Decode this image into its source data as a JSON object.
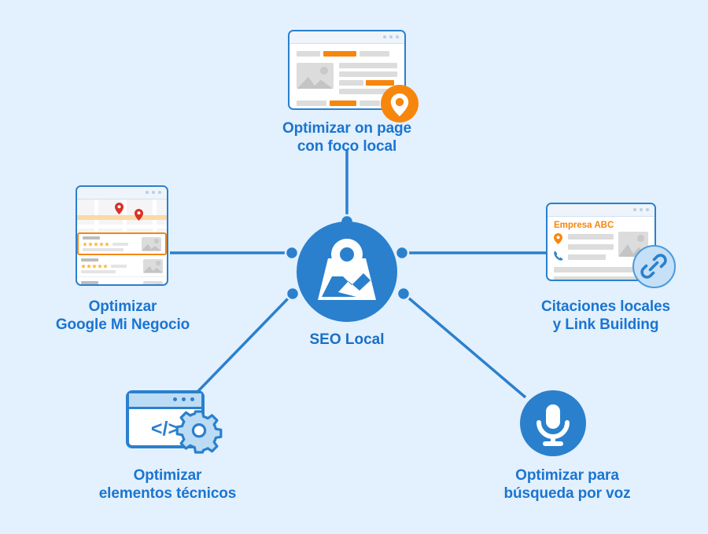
{
  "diagram": {
    "title": "SEO Local",
    "background_color": "#e3f0fd",
    "accent_blue": "#2a80cd",
    "accent_orange": "#f7860d",
    "label_blue": "#1a75d1"
  },
  "hub": {
    "label": "SEO Local",
    "icon": "map-with-pin-icon"
  },
  "nodes": [
    {
      "id": "on-page",
      "label": "Optimizar on page\ncon foco local",
      "icon": "webpage-layout-icon",
      "badge_icon": "location-pin-icon",
      "position": "top"
    },
    {
      "id": "google-my-business",
      "label": "Optimizar\nGoogle Mi Negocio",
      "icon": "map-listings-icon",
      "position": "left"
    },
    {
      "id": "citations",
      "label": "Citaciones locales\ny Link Building",
      "icon": "business-listing-icon",
      "badge_icon": "link-chain-icon",
      "position": "right"
    },
    {
      "id": "technical",
      "label": "Optimizar\nelementos técnicos",
      "icon": "code-window-icon",
      "badge_icon": "gear-icon",
      "position": "bottom-left"
    },
    {
      "id": "voice-search",
      "label": "Optimizar para\nbúsqueda por voz",
      "icon": "microphone-icon",
      "position": "bottom-right"
    }
  ],
  "citations_card": {
    "business_name": "Empresa ABC",
    "address_icon": "location-pin-icon",
    "phone_icon": "phone-icon",
    "photo_icon": "image-placeholder-icon"
  },
  "technical_card": {
    "code_symbol": "</>"
  },
  "gmb_card": {
    "listing_count": 3,
    "stars_per_listing": 5,
    "pin_count": 2
  }
}
